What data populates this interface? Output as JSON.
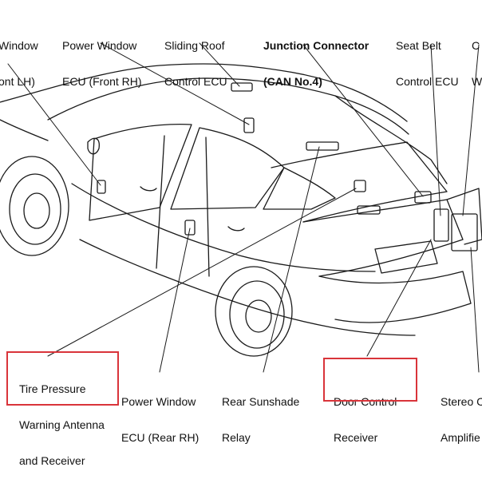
{
  "labels": {
    "pw_front_lh": [
      "Window",
      "ont LH)"
    ],
    "pw_front_rh": [
      "Power Window",
      "ECU (Front RH)"
    ],
    "sliding_roof": [
      "Sliding Roof",
      "Control ECU"
    ],
    "junction": [
      "Junction Connector",
      "(CAN No.4)"
    ],
    "seat_belt": [
      "Seat Belt",
      "Control ECU"
    ],
    "right_edge_top": [
      "C",
      "W"
    ],
    "tire_pressure": [
      "Tire Pressure",
      "Warning Antenna",
      "and Receiver"
    ],
    "pw_rear_rh": [
      "Power Window",
      "ECU (Rear RH)"
    ],
    "rear_sunshade": [
      "Rear Sunshade",
      "Relay"
    ],
    "door_control": [
      "Door Control",
      "Receiver"
    ],
    "stereo": [
      "Stereo C",
      "Amplifie"
    ]
  },
  "highlights": [
    "tire_pressure",
    "door_control"
  ],
  "colors": {
    "line": "#1a1a1a",
    "highlight": "#d9343a",
    "background": "#ffffff"
  }
}
